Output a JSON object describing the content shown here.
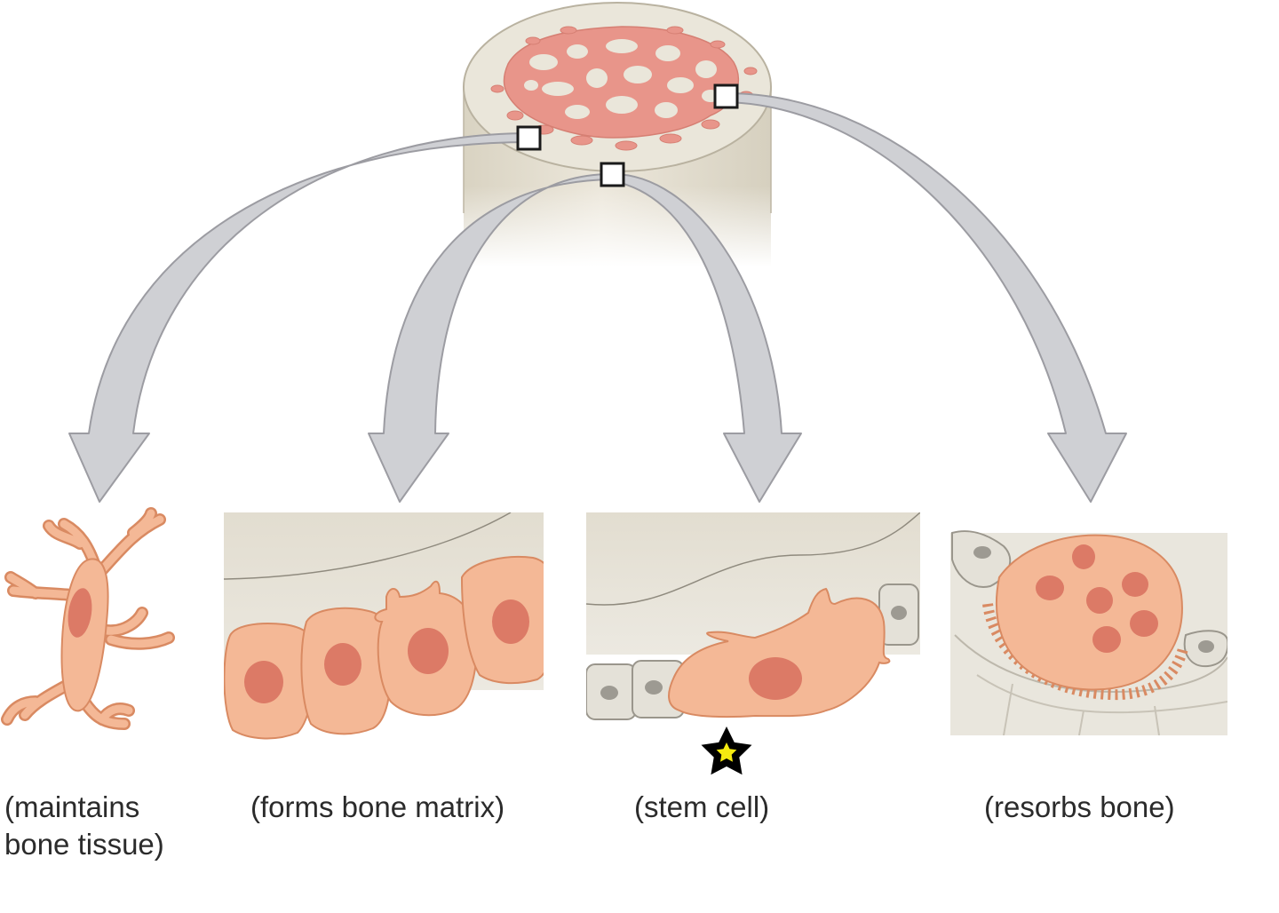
{
  "captions": {
    "osteocyte_line1": "(maintains",
    "osteocyte_line2": "bone tissue)",
    "osteoblast": "(forms bone matrix)",
    "osteogenic": "(stem cell)",
    "osteoclast": "(resorbs bone)"
  },
  "colors": {
    "cell_fill": "#f4b896",
    "cell_stroke": "#d98a62",
    "nucleus": "#dc7a66",
    "bone_bg": "#e6e2d6",
    "arrow_fill": "#cfd0d4",
    "arrow_stroke": "#9c9ca2",
    "spongy": "#e8958a",
    "star_fill": "#f5ea10"
  },
  "icons": {
    "marker": "star-icon",
    "zoom_box": "square-outline-icon"
  }
}
